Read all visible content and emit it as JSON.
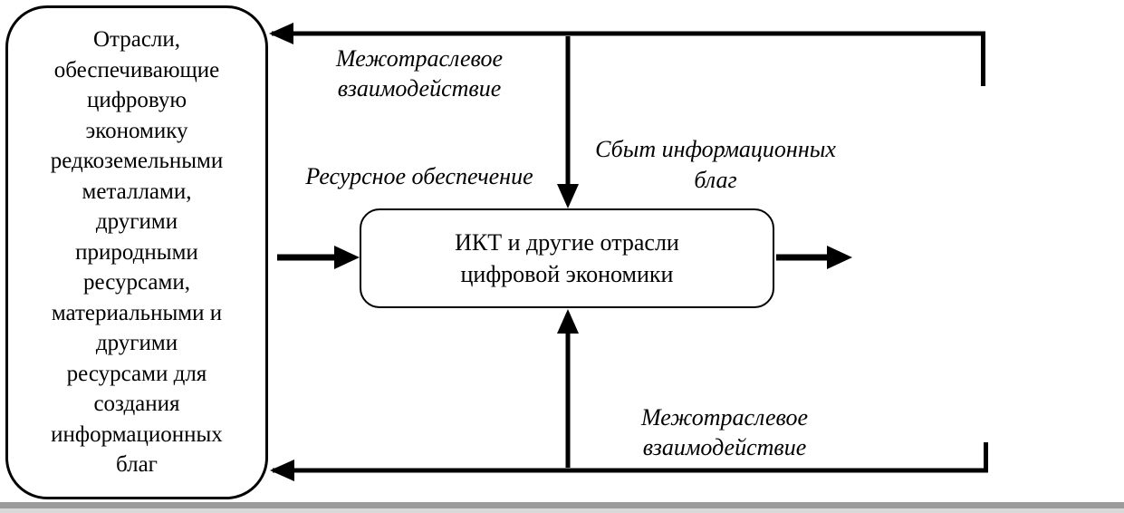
{
  "diagram": {
    "left_box": {
      "text": "Отрасли,\nобеспечивающие\nцифровую\nэкономику\nредкоземельными\nметаллами,\nдругими\nприродными\nресурсами,\nматериальными и\nдругими\nресурсами для\nсоздания\nинформационных\nблаг"
    },
    "center_box": {
      "text": "ИКТ и другие отрасли\nцифровой экономики"
    },
    "labels": {
      "top_interaction": "Межотраслевое\nвзаимодействие",
      "resource_supply": "Ресурсное обеспечение",
      "sales": "Сбыт информационных\nблаг",
      "bottom_interaction": "Межотраслевое\nвзаимодействие"
    },
    "colors": {
      "line": "#000000",
      "box_border": "#000000",
      "background": "#ffffff",
      "page_edge": "#9b9b9b"
    }
  }
}
